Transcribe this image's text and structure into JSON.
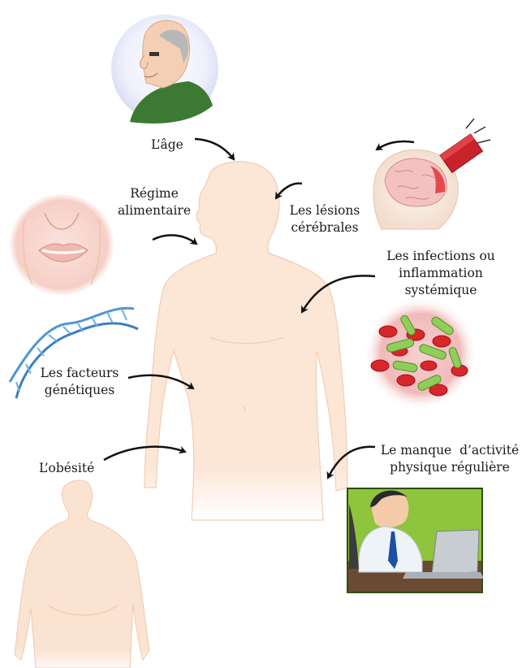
{
  "labels": {
    "age": "L’âge",
    "diet": [
      "Régime",
      "alimentaire"
    ],
    "brain_injury": [
      "Les lésions",
      "cérébrales"
    ],
    "infection": [
      "Les infections ou",
      "inflammation",
      "systémique"
    ],
    "genetics": [
      "Les facteurs",
      "génétiques"
    ],
    "obesity": "L’obésité",
    "inactivity": [
      "Le manque  d’activité",
      "physique régulière"
    ]
  },
  "colors": {
    "skin": "#fce6d6",
    "skin_edge": "#f3cdb4",
    "arrow": "#111111",
    "dna": "#3a7fc0",
    "blood_cell": "#d8262b",
    "bacteria": "#7ec24a",
    "sweater": "#3c7a33",
    "hammer": "#c8222a",
    "screen_green": "#8fc43d"
  },
  "icons": [
    "elderly-man-icon",
    "mouth-icon",
    "dna-icon",
    "brain-injury-icon",
    "bacteria-blood-icon",
    "office-worker-icon",
    "obese-body-icon"
  ]
}
